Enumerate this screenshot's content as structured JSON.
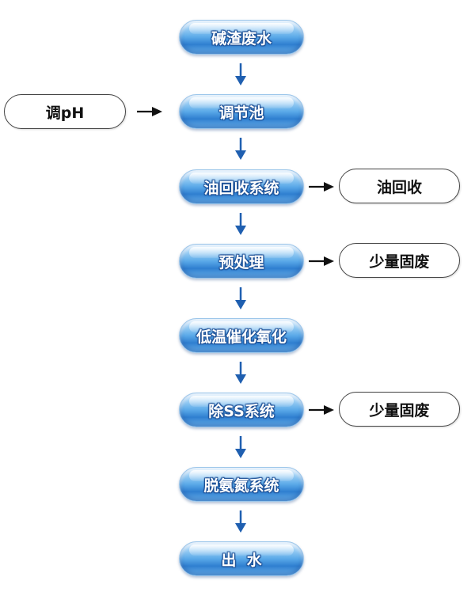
{
  "title": "碱渣废水处理工艺流程",
  "colors": {
    "pill_blue": "#3a8ad8",
    "pill_text_outline": "#1d4f95",
    "arrow_blue": "#1f5fb0",
    "side_border": "#444444"
  },
  "main_steps": [
    {
      "label": "碱渣废水"
    },
    {
      "label": "调节池"
    },
    {
      "label": "油回收系统"
    },
    {
      "label": "预处理"
    },
    {
      "label": "低温催化氧化"
    },
    {
      "label": "除SS系统"
    },
    {
      "label": "脱氨氮系统"
    },
    {
      "label": "出  水"
    }
  ],
  "side_inputs": [
    {
      "label": "调pH",
      "target_step": "调节池"
    }
  ],
  "side_outputs": [
    {
      "label": "油回收",
      "source_step": "油回收系统"
    },
    {
      "label": "少量固废",
      "source_step": "预处理"
    },
    {
      "label": "少量固废",
      "source_step": "除SS系统"
    }
  ]
}
